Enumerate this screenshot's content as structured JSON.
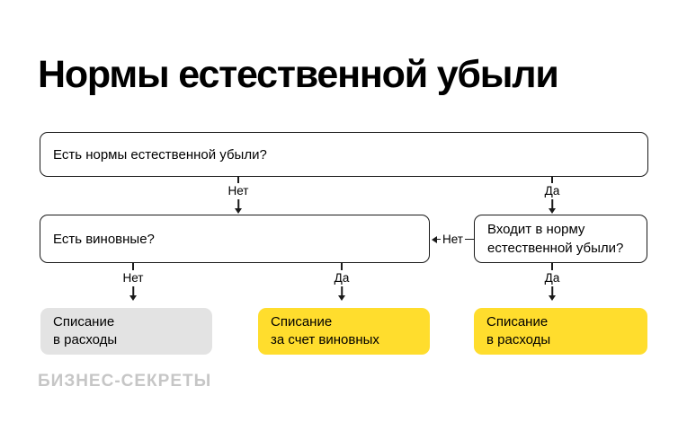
{
  "page": {
    "title": "Нормы естественной убыли"
  },
  "flowchart": {
    "questions": {
      "q1": "Есть нормы естественной убыли?",
      "q2": "Есть виновные?",
      "q3_line1": "Входит в норму",
      "q3_line2": "естественной убыли?"
    },
    "branches": {
      "q1_no": "Нет",
      "q1_yes": "Да",
      "q2_no": "Нет",
      "q2_yes": "Да",
      "q3_no": "Нет",
      "q3_yes": "Да"
    },
    "results": {
      "r1": {
        "line1": "Списание",
        "line2": "в расходы"
      },
      "r2": {
        "line1": "Списание",
        "line2": "за счет виновных"
      },
      "r3": {
        "line1": "Списание",
        "line2": "в расходы"
      }
    },
    "colors": {
      "yellow": "#FFDD2D",
      "gray": "#E3E3E3",
      "line": "#1A1A1A",
      "logo": "#C6C6C6"
    }
  },
  "footer": {
    "logo": "БИЗНЕС-СЕКРЕТЫ"
  }
}
